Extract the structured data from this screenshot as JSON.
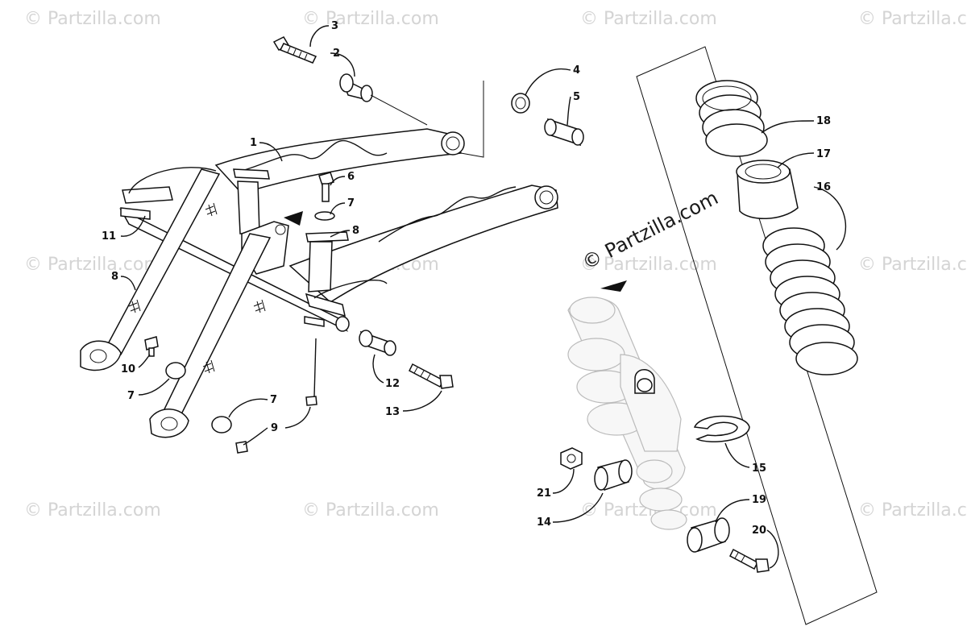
{
  "watermarks": [
    "© Partzilla.com",
    "© Partzilla.com",
    "© Partzilla.com",
    "© Partzilla.com",
    "© Partzilla.com",
    "© Partzilla.com",
    "© Partzilla.com",
    "© Partzilla.com",
    "© Partzilla.com",
    "© Partzilla.com",
    "© Partzilla.com",
    "© Partzilla.com"
  ],
  "main_watermark": "© Partzilla.com",
  "callouts": {
    "c1": "1",
    "c2": "2",
    "c3": "3",
    "c4": "4",
    "c5": "5",
    "c6": "6",
    "c7a": "7",
    "c7b": "7",
    "c7c": "7",
    "c8a": "8",
    "c8b": "8",
    "c9": "9",
    "c10": "10",
    "c11": "11",
    "c12": "12",
    "c13": "13",
    "c14": "14",
    "c15": "15",
    "c16": "16",
    "c17": "17",
    "c18": "18",
    "c19": "19",
    "c20": "20",
    "c21": "21"
  }
}
